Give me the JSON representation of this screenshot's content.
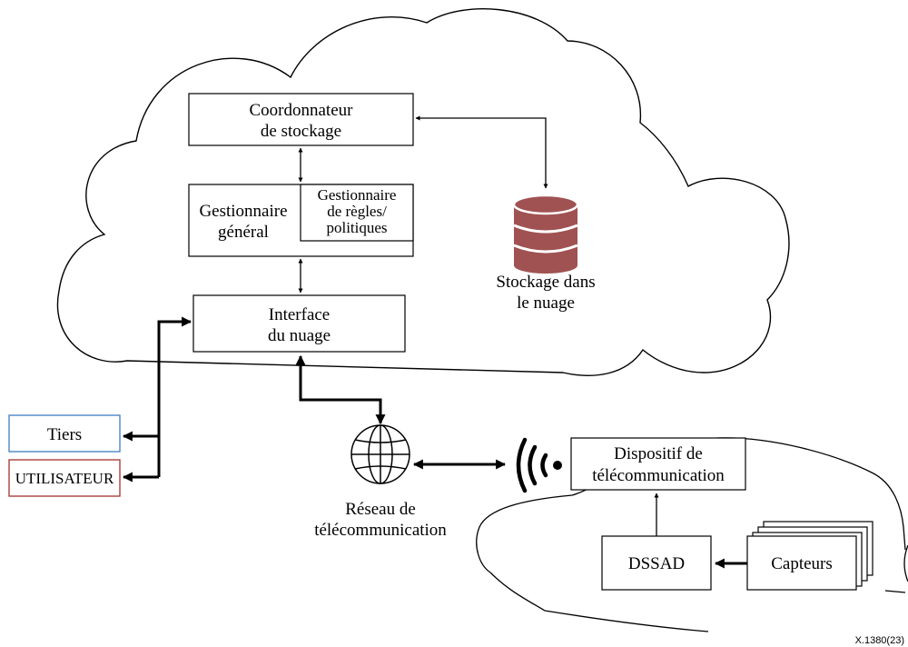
{
  "cloud": {
    "storage_coordinator": [
      "Coordonnateur",
      "de stockage"
    ],
    "general_manager": [
      "Gestionnaire",
      "général"
    ],
    "rules_manager": [
      "Gestionnaire",
      "de règles/",
      "politiques"
    ],
    "cloud_interface": [
      "Interface",
      "du nuage"
    ],
    "cloud_storage": [
      "Stockage dans",
      "le nuage"
    ]
  },
  "external": {
    "third_party": "Tiers",
    "user": "UTILISATEUR"
  },
  "network": {
    "label": [
      "Réseau de",
      "télécommunication"
    ]
  },
  "vehicle": {
    "telecom_device": [
      "Dispositif de",
      "télécommunication"
    ],
    "dssad": "DSSAD",
    "sensors": "Capteurs"
  },
  "colors": {
    "third_party_border": "#4a86c5",
    "user_border": "#a9403d",
    "database_fill": "#a05252"
  },
  "figure_id": "X.1380(23)"
}
